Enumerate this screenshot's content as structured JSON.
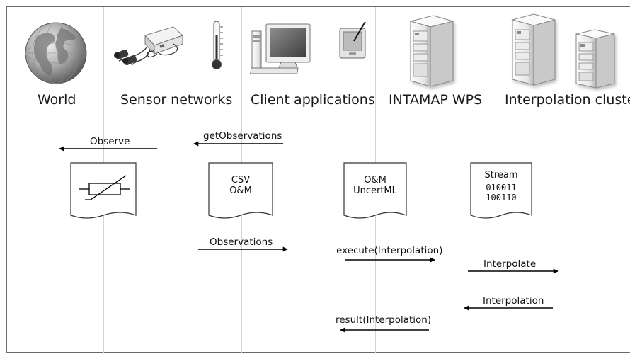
{
  "lanes": [
    {
      "id": "world",
      "label": "World"
    },
    {
      "id": "sensor",
      "label": "Sensor networks"
    },
    {
      "id": "client",
      "label": "Client applications"
    },
    {
      "id": "wps",
      "label": "INTAMAP WPS"
    },
    {
      "id": "cluster",
      "label": "Interpolation cluster"
    }
  ],
  "documents": [
    {
      "id": "sensor-symbol",
      "lines": []
    },
    {
      "id": "csv-om",
      "lines": [
        "CSV",
        "O&M"
      ]
    },
    {
      "id": "om-uncertml",
      "lines": [
        "O&M",
        "UncertML"
      ]
    },
    {
      "id": "stream",
      "title": "Stream",
      "lines": [
        "010011",
        "100110"
      ]
    }
  ],
  "messages": [
    {
      "id": "observe",
      "label": "Observe"
    },
    {
      "id": "get-observations",
      "label": "getObservations"
    },
    {
      "id": "observations",
      "label": "Observations"
    },
    {
      "id": "execute",
      "label": "execute(Interpolation)"
    },
    {
      "id": "interpolate",
      "label": "Interpolate"
    },
    {
      "id": "interpolation",
      "label": "Interpolation"
    },
    {
      "id": "result",
      "label": "result(Interpolation)"
    }
  ]
}
